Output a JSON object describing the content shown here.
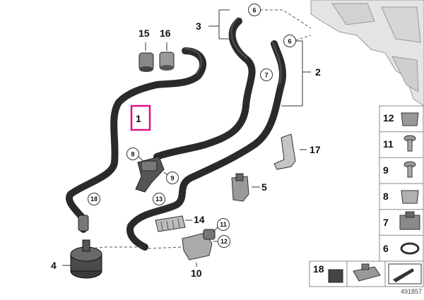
{
  "diagram": {
    "part_labels": {
      "p1": "1",
      "p2": "2",
      "p3": "3",
      "p4": "4",
      "p5": "5",
      "p6a": "6",
      "p6b": "6",
      "p7": "7",
      "p8": "8",
      "p9": "9",
      "p10": "10",
      "p11": "11",
      "p12": "12",
      "p13": "13",
      "p14": "14",
      "p15": "15",
      "p16": "16",
      "p17": "17",
      "p18": "18"
    },
    "side_panel": [
      "12",
      "11",
      "9",
      "8",
      "7",
      "6"
    ],
    "bottom_panel": [
      "18"
    ],
    "diagram_number": "491857",
    "highlight_color": "#e0128a"
  }
}
